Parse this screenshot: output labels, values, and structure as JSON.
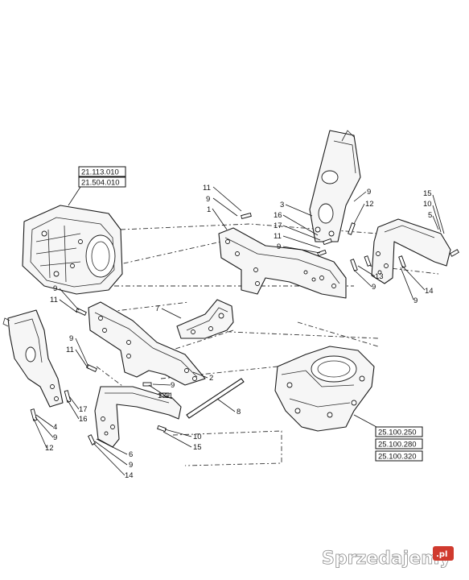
{
  "reference_boxes": {
    "top_left": [
      "21.113.010",
      "21.504.010"
    ],
    "bottom_right": [
      "25.100.250",
      "25.100.280",
      "25.100.320"
    ]
  },
  "callouts": [
    "1",
    "2",
    "3",
    "4",
    "5",
    "6",
    "7",
    "8",
    "9",
    "10",
    "11",
    "12",
    "13",
    "14",
    "15",
    "16",
    "17"
  ],
  "watermark": {
    "text": "Sprzedajemy",
    "suffix": ".pl"
  }
}
